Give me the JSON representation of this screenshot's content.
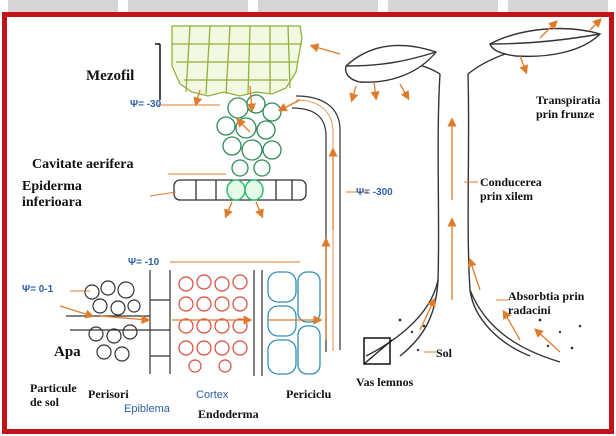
{
  "labels": {
    "mezofil": "Mezofil",
    "cavitate": "Cavitate aerifera",
    "epiderma1": "Epiderma",
    "epiderma2": "inferioara",
    "apa": "Apa",
    "particule1": "Particule",
    "particule2": "de sol",
    "perisori": "Perisori",
    "epiblema": "Epiblema",
    "cortex": "Cortex",
    "endoderma": "Endoderma",
    "periciclu": "Periciclu",
    "vas": "Vas lemnos",
    "sol": "Sol",
    "transp1": "Transpiratia",
    "transp2": "prin frunze",
    "cond1": "Conducerea",
    "cond2": "prin xilem",
    "abs1": "Absorbtia prin",
    "abs2": "radacini"
  },
  "psi": {
    "p30": "Ψ= -30",
    "p300": "Ψ= -300",
    "p10": "Ψ= -10",
    "p01": "Ψ= 0-1"
  },
  "colors": {
    "border": "#c0141a",
    "arrow": "#e07b2c",
    "mesophyll": "#8fb23a",
    "epidermis": "#2e8b57",
    "cortex": "#d94a3a",
    "periciclu": "#2f8fb5",
    "ink": "#333333",
    "psi": "#2d5fa8"
  }
}
